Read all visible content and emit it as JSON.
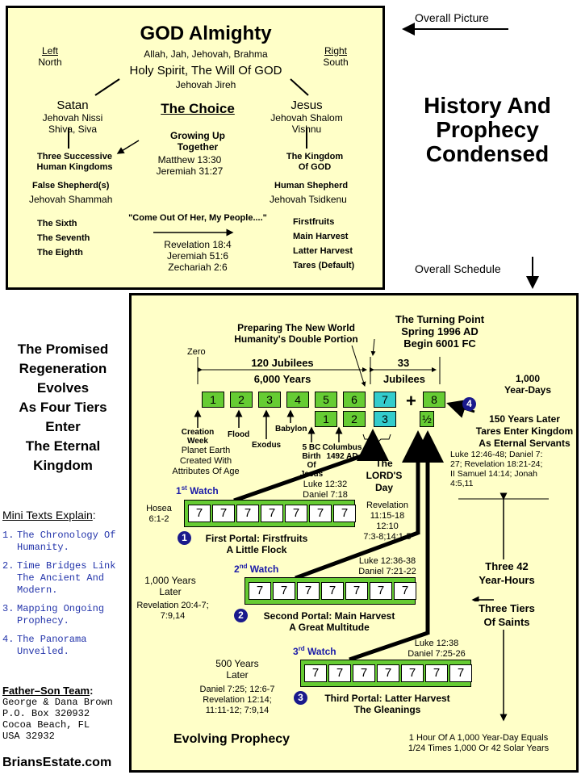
{
  "top_panel": {
    "title": "GOD Almighty",
    "names": "Allah, Jah, Jehovah, Brahma",
    "left_label": "Left",
    "left_dir": "North",
    "right_label": "Right",
    "right_dir": "South",
    "spirit": "Holy Spirit, The Will Of GOD",
    "jireh": "Jehovah Jireh",
    "satan": "Satan",
    "satan_names": [
      "Jehovah Nissi",
      "Shiva, Siva"
    ],
    "choice": "The Choice",
    "jesus": "Jesus",
    "jesus_names": [
      "Jehovah Shalom",
      "Vishnu"
    ],
    "growing": [
      "Growing Up",
      "Together"
    ],
    "growing_refs": [
      "Matthew 13:30",
      "Jeremiah 31:27"
    ],
    "left_kingdoms": [
      "Three Successive",
      "Human Kingdoms"
    ],
    "right_kingdom": [
      "The Kingdom",
      "Of GOD"
    ],
    "false_shepherd": "False Shepherd(s)",
    "shammah": "Jehovah Shammah",
    "human_shepherd": "Human Shepherd",
    "tsidkenu": "Jehovah Tsidkenu",
    "come_out": "\"Come Out Of Her, My People....\"",
    "left_list": [
      "The Sixth",
      "The Seventh",
      "The Eighth"
    ],
    "right_list": [
      "Firstfruits",
      "Main Harvest",
      "Latter Harvest",
      "Tares (Default)"
    ],
    "center_refs": [
      "Revelation 18:4",
      "Jeremiah 51:6",
      "Zechariah 2:6"
    ]
  },
  "overall_picture": "Overall Picture",
  "overall_schedule": "Overall Schedule",
  "main_title": [
    "History And",
    "Prophecy",
    "Condensed"
  ],
  "left_title": [
    "The Promised",
    "Regeneration",
    "Evolves",
    "As Four Tiers",
    "Enter",
    "The Eternal",
    "Kingdom"
  ],
  "mini_texts": {
    "heading": "Mini Texts Explain",
    "items": [
      {
        "num": "1.",
        "lines": [
          "The Chronology Of",
          "Humanity."
        ]
      },
      {
        "num": "2.",
        "lines": [
          "Time Bridges Link",
          "The Ancient And",
          "Modern."
        ]
      },
      {
        "num": "3.",
        "lines": [
          "Mapping Ongoing",
          "Prophecy."
        ]
      },
      {
        "num": "4.",
        "lines": [
          "The Panorama",
          "Unveiled."
        ]
      }
    ]
  },
  "team": {
    "heading": "Father–Son Team",
    "lines": [
      "George & Dana Brown",
      "P.O. Box 320932",
      "Cocoa Beach, FL",
      "USA   32932"
    ]
  },
  "site": "BriansEstate.com",
  "schedule": {
    "turning_point": [
      "The Turning Point",
      "Spring 1996 AD",
      "Begin 6001 FC"
    ],
    "preparing": [
      "Preparing The New World",
      "Humanity's Double Portion"
    ],
    "zero": "Zero",
    "jubilees_120": "120 Jubilees",
    "years_6000": "6,000 Years",
    "num_33": "33",
    "jubilees": "Jubilees",
    "year_days": [
      "1,000",
      "Year-Days"
    ],
    "row1": [
      "1",
      "2",
      "3",
      "4",
      "5",
      "6",
      "7"
    ],
    "row2": [
      "1",
      "2",
      "3"
    ],
    "plus": "+",
    "eight": "8",
    "half": "½",
    "events": {
      "creation": [
        "Creation",
        "Week"
      ],
      "flood": "Flood",
      "exodus": "Exodus",
      "babylon": "Babylon",
      "bc5": [
        "5 BC",
        "Birth",
        "Of Jesus"
      ],
      "columbus": [
        "Columbus",
        "1492 AD"
      ],
      "planet": [
        "Planet Earth",
        "Created With",
        "Attributes Of Age"
      ]
    },
    "lords_day": [
      "The",
      "LORD'S",
      "Day"
    ],
    "tier4": {
      "num": "4",
      "text": [
        "150 Years Later",
        "Tares Enter Kingdom",
        "As Eternal Servants"
      ],
      "refs": [
        "Luke 12:46-48; Daniel 7:",
        "27; Revelation 18:21-24;",
        "II Samuel 14:14; Jonah",
        "4:5,11"
      ]
    },
    "watch1": {
      "label": "1",
      "sup": "st",
      "word": " Watch",
      "refs": [
        "Luke 12:32",
        "Daniel 7:18"
      ],
      "hosea": [
        "Hosea",
        "6:1-2"
      ],
      "rev": [
        "Revelation",
        "11:15-18",
        "12:10",
        "7:3-8;14:1-5"
      ],
      "cells": [
        "7",
        "7",
        "7",
        "7",
        "7",
        "7",
        "7"
      ],
      "num": "1",
      "portal": [
        "First Portal:  Firstfruits",
        "A Little Flock"
      ]
    },
    "watch2": {
      "label": "2",
      "sup": "nd",
      "word": " Watch",
      "refs": [
        "Luke 12:36-38",
        "Daniel 7:21-22"
      ],
      "later": [
        "1,000 Years",
        "Later"
      ],
      "rev": [
        "Revelation 20:4-7;",
        "7:9,14"
      ],
      "cells": [
        "7",
        "7",
        "7",
        "7",
        "7",
        "7",
        "7"
      ],
      "num": "2",
      "portal": [
        "Second Portal:  Main Harvest",
        "A Great Multitude"
      ]
    },
    "watch3": {
      "label": "3",
      "sup": "rd",
      "word": " Watch",
      "refs": [
        "Luke 12:38",
        "Daniel 7:25-26"
      ],
      "later": [
        "500 Years",
        "Later"
      ],
      "rev": [
        "Daniel 7:25; 12:6-7",
        "Revelation 12:14;",
        "11:11-12; 7:9,14"
      ],
      "cells": [
        "7",
        "7",
        "7",
        "7",
        "7",
        "7",
        "7"
      ],
      "num": "3",
      "portal": [
        "Third Portal:  Latter Harvest",
        "The Gleanings"
      ]
    },
    "hours": [
      "Three 42",
      "Year-Hours"
    ],
    "tiers": [
      "Three Tiers",
      "Of Saints"
    ],
    "evolving": "Evolving Prophecy",
    "footnote": [
      "1 Hour Of A 1,000 Year-Day Equals",
      "1/24 Times 1,000 Or 42 Solar Years"
    ]
  }
}
